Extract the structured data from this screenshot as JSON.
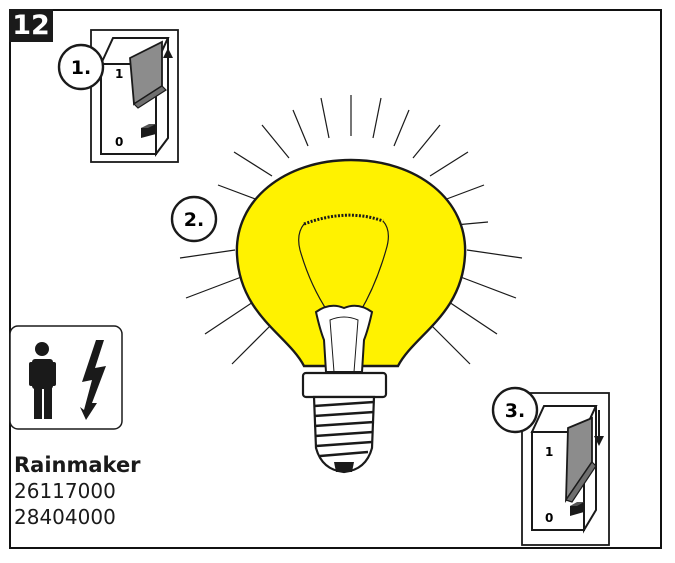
{
  "step_number": "12",
  "callouts": {
    "one": "1.",
    "two": "2.",
    "three": "3."
  },
  "switch_marks": {
    "on": "1",
    "off": "0"
  },
  "product": {
    "name": "Rainmaker",
    "codes": [
      "26117000",
      "28404000"
    ]
  },
  "colors": {
    "bulb_yellow": "#fff200",
    "outline": "#1a1a1a",
    "rocker_grey": "#8c8c8c"
  },
  "icons": [
    "person-icon",
    "lightning-bolt-icon",
    "light-bulb-icon",
    "wall-switch-icon"
  ]
}
